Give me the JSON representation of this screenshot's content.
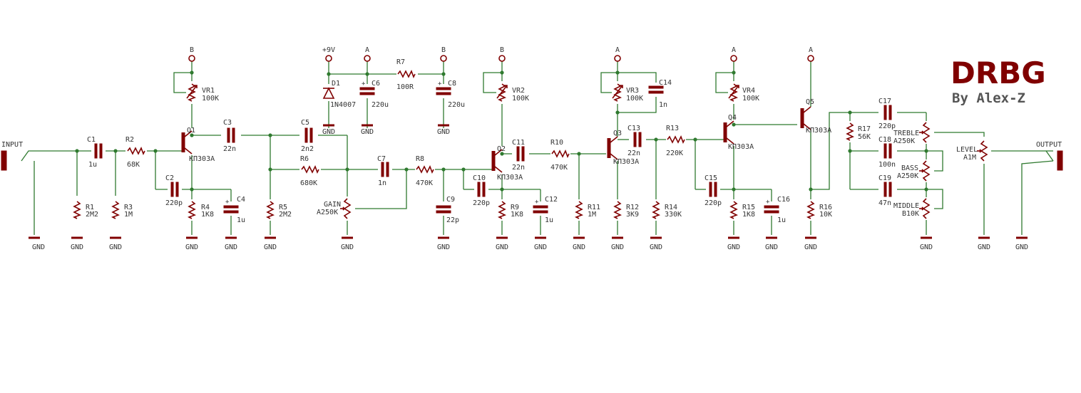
{
  "title": "DRBG",
  "subtitle": "By Alex-Z",
  "colors": {
    "component": "#800000",
    "wire": "#2f7a2f",
    "text": "#333333"
  },
  "labels": {
    "input": "INPUT",
    "output": "OUTPUT",
    "gnd": "GND",
    "rail_b": "B",
    "rail_a": "A",
    "supply": "+9V",
    "C1": "C1",
    "C1v": "1u",
    "R2": "R2",
    "R2v": "68K",
    "R1": "R1",
    "R1v": "2M2",
    "R3": "R3",
    "R3v": "1M",
    "VR1": "VR1",
    "VR1v": "100K",
    "Q1": "Q1",
    "Q1v": "КП303А",
    "C2": "C2",
    "C2v": "220p",
    "R4": "R4",
    "R4v": "1K8",
    "C4": "C4",
    "C4v": "1u",
    "C3": "C3",
    "C3v": "22n",
    "R5": "R5",
    "R5v": "2M2",
    "C5": "C5",
    "C5v": "2n2",
    "R6": "R6",
    "R6v": "680K",
    "GAIN": "GAIN",
    "GAINv": "A250K",
    "D1": "D1",
    "D1v": "1N4007",
    "C6": "C6",
    "C6v": "220u",
    "R7": "R7",
    "R7v": "100R",
    "C8": "C8",
    "C8v": "220u",
    "C7": "C7",
    "C7v": "1n",
    "R8": "R8",
    "R8v": "470K",
    "C9": "C9",
    "C9v": "22p",
    "VR2": "VR2",
    "VR2v": "100K",
    "Q2": "Q2",
    "Q2v": "КП303А",
    "C10": "C10",
    "C10v": "220p",
    "R9": "R9",
    "R9v": "1K8",
    "C12": "C12",
    "C12v": "1u",
    "C11": "C11",
    "C11v": "22n",
    "R10": "R10",
    "R10v": "470K",
    "R11": "R11",
    "R11v": "1M",
    "VR3": "VR3",
    "VR3v": "100K",
    "C14": "C14",
    "C14v": "1n",
    "Q3": "Q3",
    "Q3v": "КП303А",
    "R12": "R12",
    "R12v": "3K9",
    "C13": "C13",
    "C13v": "22n",
    "R13": "R13",
    "R13v": "220K",
    "R14": "R14",
    "R14v": "330K",
    "VR4": "VR4",
    "VR4v": "100K",
    "Q4": "Q4",
    "Q4v": "КП303А",
    "C15": "C15",
    "C15v": "220p",
    "R15": "R15",
    "R15v": "1K8",
    "C16": "C16",
    "C16v": "1u",
    "Q5": "Q5",
    "Q5v": "КП303А",
    "R16": "R16",
    "R16v": "10K",
    "R17": "R17",
    "R17v": "56K",
    "C17": "C17",
    "C17v": "220p",
    "C18": "C18",
    "C18v": "100n",
    "C19": "C19",
    "C19v": "47n",
    "TREBLE": "TREBLE",
    "TREBLEv": "A250K",
    "BASS": "BASS",
    "BASSv": "A250K",
    "MIDDLE": "MIDDLE",
    "MIDDLEv": "B10K",
    "LEVEL": "LEVEL",
    "LEVELv": "A1M"
  }
}
